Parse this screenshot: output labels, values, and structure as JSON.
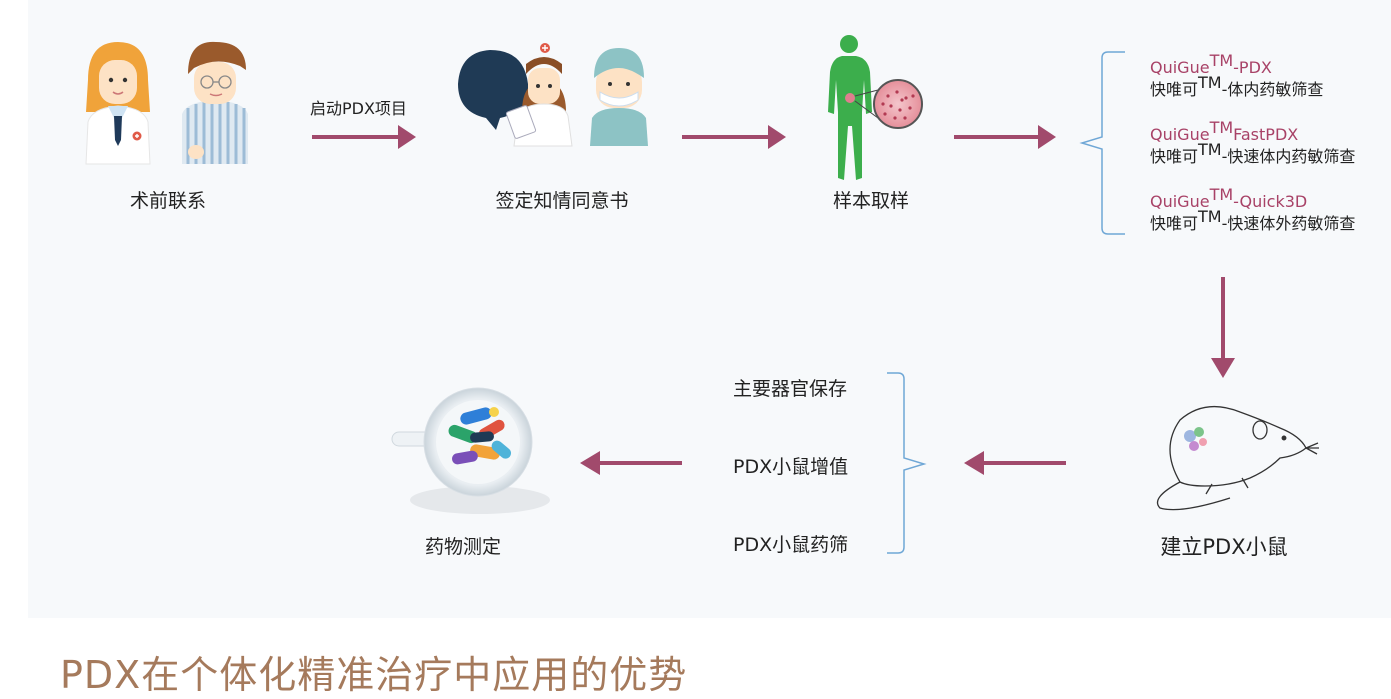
{
  "steps": {
    "pre_op_contact": "术前联系",
    "start_pdx": "启动PDX项目",
    "sign_consent": "签定知情同意书",
    "sampling": "样本取样",
    "build_mouse": "建立PDX小鼠",
    "drug_test": "药物测定"
  },
  "products": [
    {
      "brand": "QuiGue",
      "tm": "TM",
      "suffix": "-PDX",
      "desc_pre": "快唯可",
      "desc_tm": "TM",
      "desc_post": "-体内药敏筛查"
    },
    {
      "brand": "QuiGue",
      "tm": "TM",
      "suffix": "FastPDX",
      "desc_pre": "快唯可",
      "desc_tm": "TM",
      "desc_post": "-快速体内药敏筛查"
    },
    {
      "brand": "QuiGue",
      "tm": "TM",
      "suffix": "-Quick3D",
      "desc_pre": "快唯可",
      "desc_tm": "TM",
      "desc_post": "-快速体外药敏筛查"
    }
  ],
  "mouse_outputs": [
    "主要器官保存",
    "PDX小鼠增值",
    "PDX小鼠药筛"
  ],
  "heading": "PDX在个体化精准治疗中应用的优势",
  "colors": {
    "arrow": "#a14a6c",
    "bracket": "#6fa7d6",
    "heading": "#a57a5c",
    "brand": "#a84267"
  }
}
